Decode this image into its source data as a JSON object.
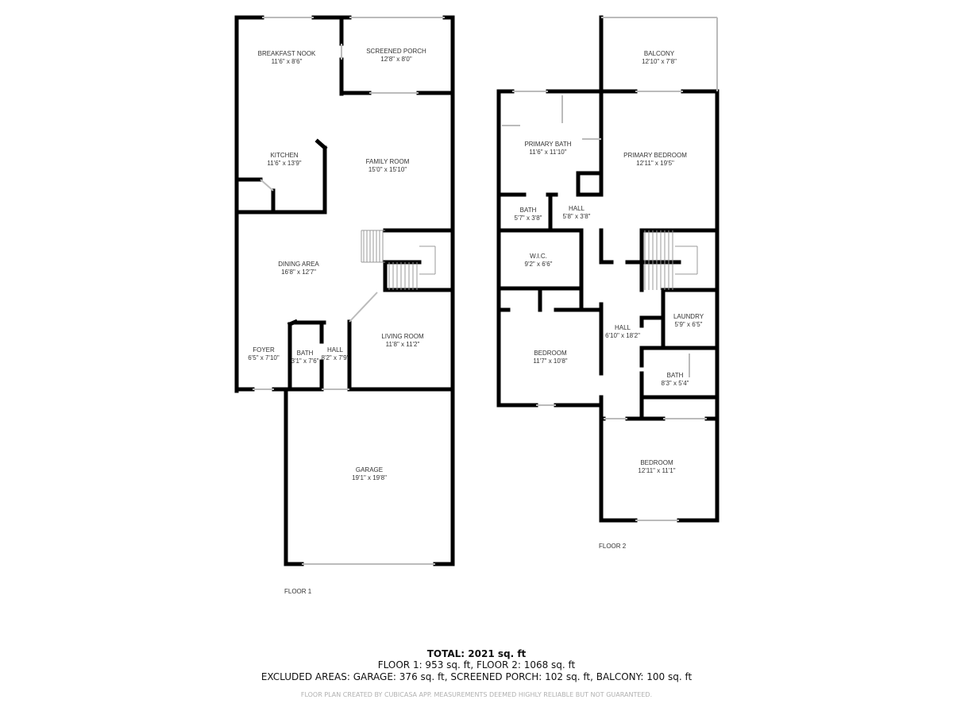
{
  "floor1": {
    "label": "FLOOR 1",
    "rooms": [
      {
        "name": "BREAKFAST NOOK",
        "dims": "11'6\" x 8'6\""
      },
      {
        "name": "SCREENED PORCH",
        "dims": "12'8\" x 8'0\""
      },
      {
        "name": "KITCHEN",
        "dims": "11'6\" x 13'9\""
      },
      {
        "name": "FAMILY ROOM",
        "dims": "15'0\" x 15'10\""
      },
      {
        "name": "DINING AREA",
        "dims": "16'8\" x 12'7\""
      },
      {
        "name": "LIVING ROOM",
        "dims": "11'8\" x 11'2\""
      },
      {
        "name": "FOYER",
        "dims": "6'5\" x 7'10\""
      },
      {
        "name": "BATH",
        "dims": "3'1\" x 7'6\""
      },
      {
        "name": "HALL",
        "dims": "8'2\" x 7'9\""
      },
      {
        "name": "GARAGE",
        "dims": "19'1\" x 19'8\""
      }
    ]
  },
  "floor2": {
    "label": "FLOOR 2",
    "rooms": [
      {
        "name": "BALCONY",
        "dims": "12'10\" x 7'8\""
      },
      {
        "name": "PRIMARY BATH",
        "dims": "11'6\" x 11'10\""
      },
      {
        "name": "PRIMARY BEDROOM",
        "dims": "12'11\" x 19'5\""
      },
      {
        "name": "BATH",
        "dims": "5'7\" x 3'8\""
      },
      {
        "name": "HALL",
        "dims": "5'8\" x 3'8\""
      },
      {
        "name": "W.I.C.",
        "dims": "9'2\" x 6'6\""
      },
      {
        "name": "LAUNDRY",
        "dims": "5'9\" x 6'5\""
      },
      {
        "name": "HALL",
        "dims": "6'10\" x 18'2\""
      },
      {
        "name": "BEDROOM",
        "dims": "11'7\" x 10'8\""
      },
      {
        "name": "BATH",
        "dims": "8'3\" x 5'4\""
      },
      {
        "name": "BEDROOM",
        "dims": "12'11\" x 11'1\""
      }
    ]
  },
  "summary": {
    "total": "TOTAL: 2021 sq. ft",
    "floors": "FLOOR 1: 953 sq. ft, FLOOR 2: 1068 sq. ft",
    "excluded": "EXCLUDED AREAS: GARAGE: 376 sq. ft, SCREENED PORCH: 102 sq. ft, BALCONY: 100 sq. ft",
    "credit": "FLOOR PLAN CREATED BY CUBICASA APP. MEASUREMENTS DEEMED HIGHLY RELIABLE BUT NOT GUARANTEED."
  },
  "colors": {
    "wall": "#000000",
    "window": "#bbbbbb",
    "text": "#333333"
  }
}
